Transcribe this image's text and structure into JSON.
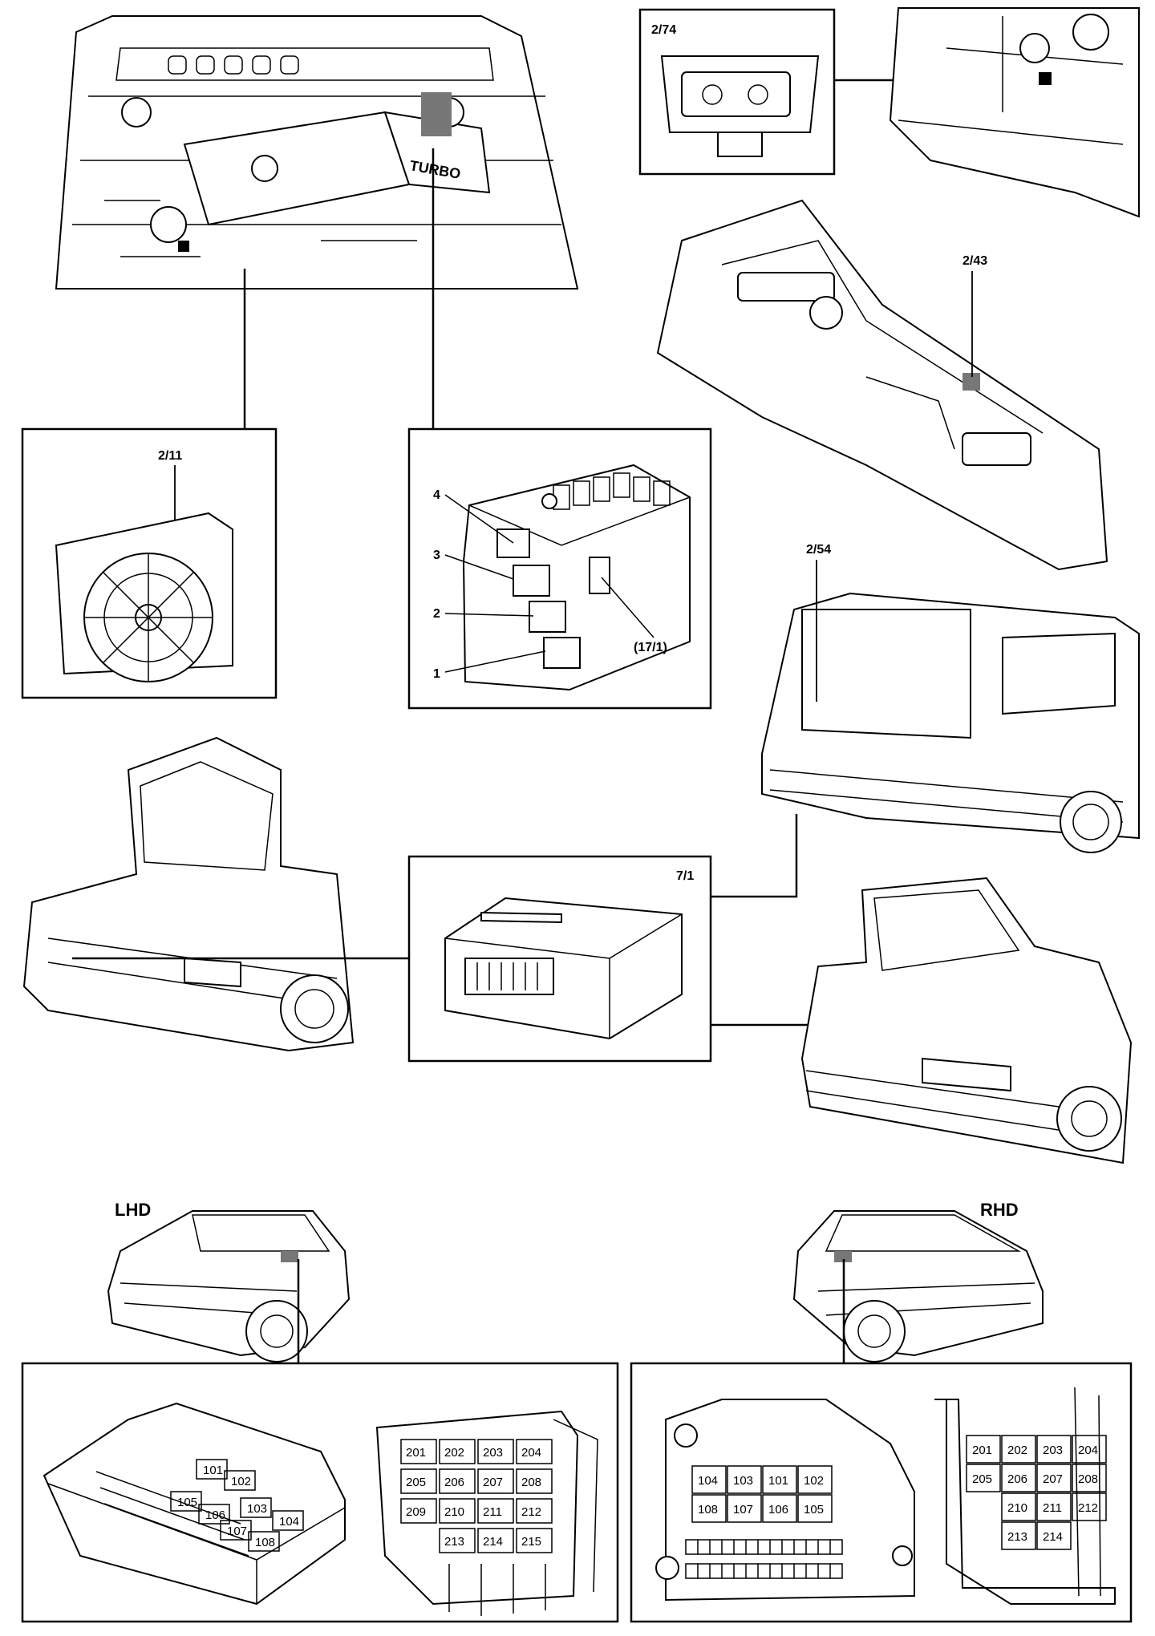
{
  "labels": {
    "c274": "2/74",
    "c243": "2/43",
    "c211": "2/11",
    "c254": "2/54",
    "c71": "7/1",
    "relay4": "4",
    "relay3": "3",
    "relay2": "2",
    "relay1": "1",
    "relay171": "(17/1)",
    "lhd": "LHD",
    "rhd": "RHD"
  },
  "lhd_main_fuses": [
    "101",
    "102",
    "103",
    "104",
    "105",
    "106",
    "107",
    "108"
  ],
  "lhd_aux_fuses": [
    "201",
    "202",
    "203",
    "204",
    "205",
    "206",
    "207",
    "208",
    "209",
    "210",
    "211",
    "212",
    "213",
    "214",
    "215"
  ],
  "rhd_main_fuses": [
    "104",
    "103",
    "101",
    "102",
    "108",
    "107",
    "106",
    "105"
  ],
  "rhd_aux_fuses": [
    "201",
    "202",
    "203",
    "204",
    "205",
    "206",
    "207",
    "208",
    "210",
    "211",
    "212",
    "213",
    "214"
  ]
}
